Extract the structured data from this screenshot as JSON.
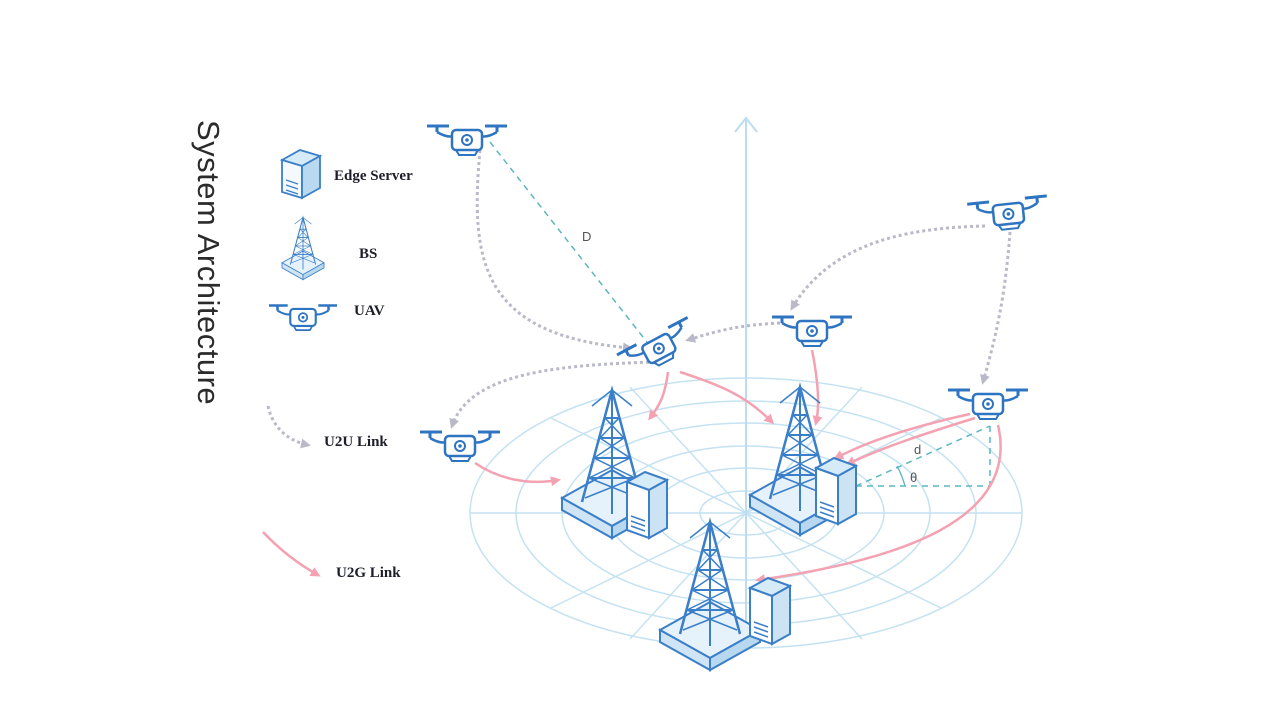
{
  "title": "System  Architecture",
  "legend": {
    "edge_server": "Edge Server",
    "bs": "BS",
    "uav": "UAV",
    "u2u": "U2U Link",
    "u2g": "U2G Link"
  },
  "labels": {
    "D": "D",
    "d": "d",
    "theta": "θ"
  },
  "colors": {
    "icon_blue": "#3a7fc8",
    "light_blue": "#c7e3f3",
    "u2u_gray": "#b9b9c9",
    "u2g_pink": "#f4a2b2",
    "dashed_teal": "#5cb6c4"
  },
  "icons": [
    "edge-server-icon",
    "base-station-icon",
    "uav-icon",
    "u2u-link-icon",
    "u2g-link-icon"
  ]
}
